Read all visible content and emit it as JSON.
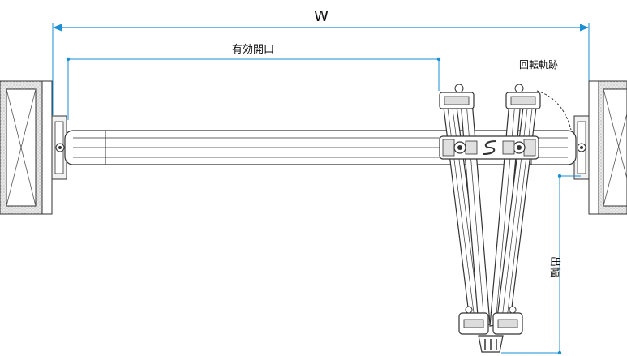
{
  "labels": {
    "total_width": "W",
    "effective_opening": "有効開口",
    "rotation_track": "回転軌跡",
    "projection": "出幅"
  },
  "colors": {
    "dimension": "#1a8fd6",
    "line": "#333333",
    "hatch": "#555555",
    "wall_fill": "#e6e6e6",
    "frame_fill": "#f2f2f2"
  }
}
